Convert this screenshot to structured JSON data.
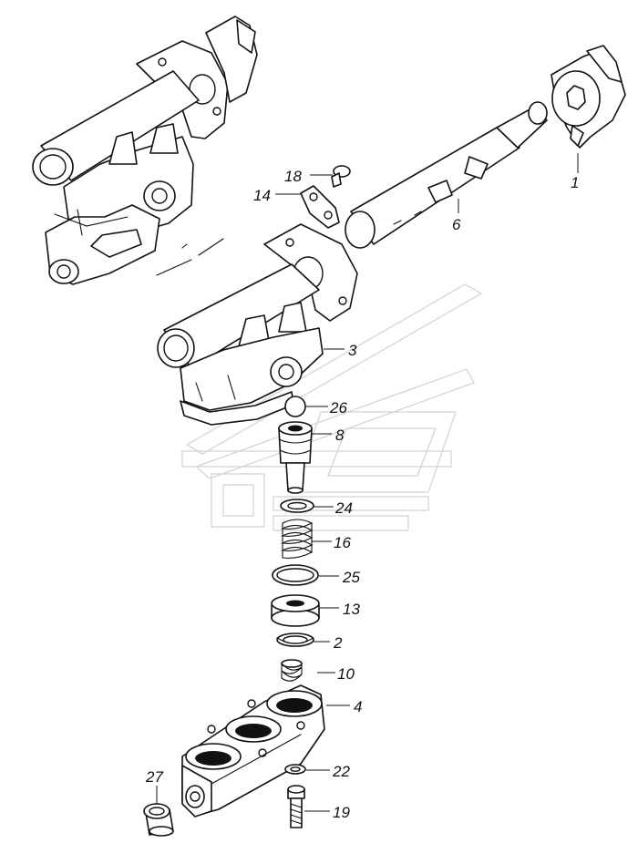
{
  "callouts": {
    "c1": "1",
    "c2": "2",
    "c3": "3",
    "c4": "4",
    "c6": "6",
    "c8": "8",
    "c10": "10",
    "c13": "13",
    "c14": "14",
    "c16": "16",
    "c18": "18",
    "c19": "19",
    "c22": "22",
    "c24": "24",
    "c25": "25",
    "c26": "26",
    "c27": "27"
  },
  "colors": {
    "line": "#111111",
    "background": "#ffffff",
    "watermark": "#d2d2d2"
  }
}
